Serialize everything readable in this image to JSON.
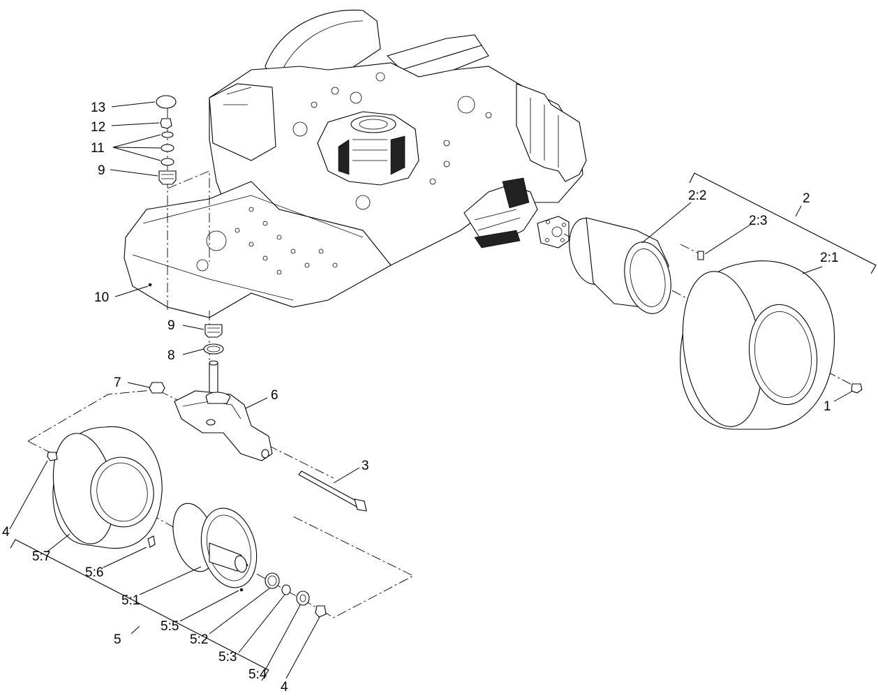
{
  "callouts": {
    "c13": "13",
    "c12": "12",
    "c11": "11",
    "c9_top": "9",
    "c10": "10",
    "c9_mid": "9",
    "c8": "8",
    "c7": "7",
    "c6": "6",
    "c3": "3",
    "c4_left": "4",
    "c5_7": "5:7",
    "c5_6": "5:6",
    "c5_1": "5:1",
    "c5_5": "5:5",
    "c5": "5",
    "c5_2": "5:2",
    "c5_3": "5:3",
    "c5_4": "5:4",
    "c4_bottom": "4",
    "c2": "2",
    "c2_2": "2:2",
    "c2_3": "2:3",
    "c2_1": "2:1",
    "c1": "1"
  }
}
